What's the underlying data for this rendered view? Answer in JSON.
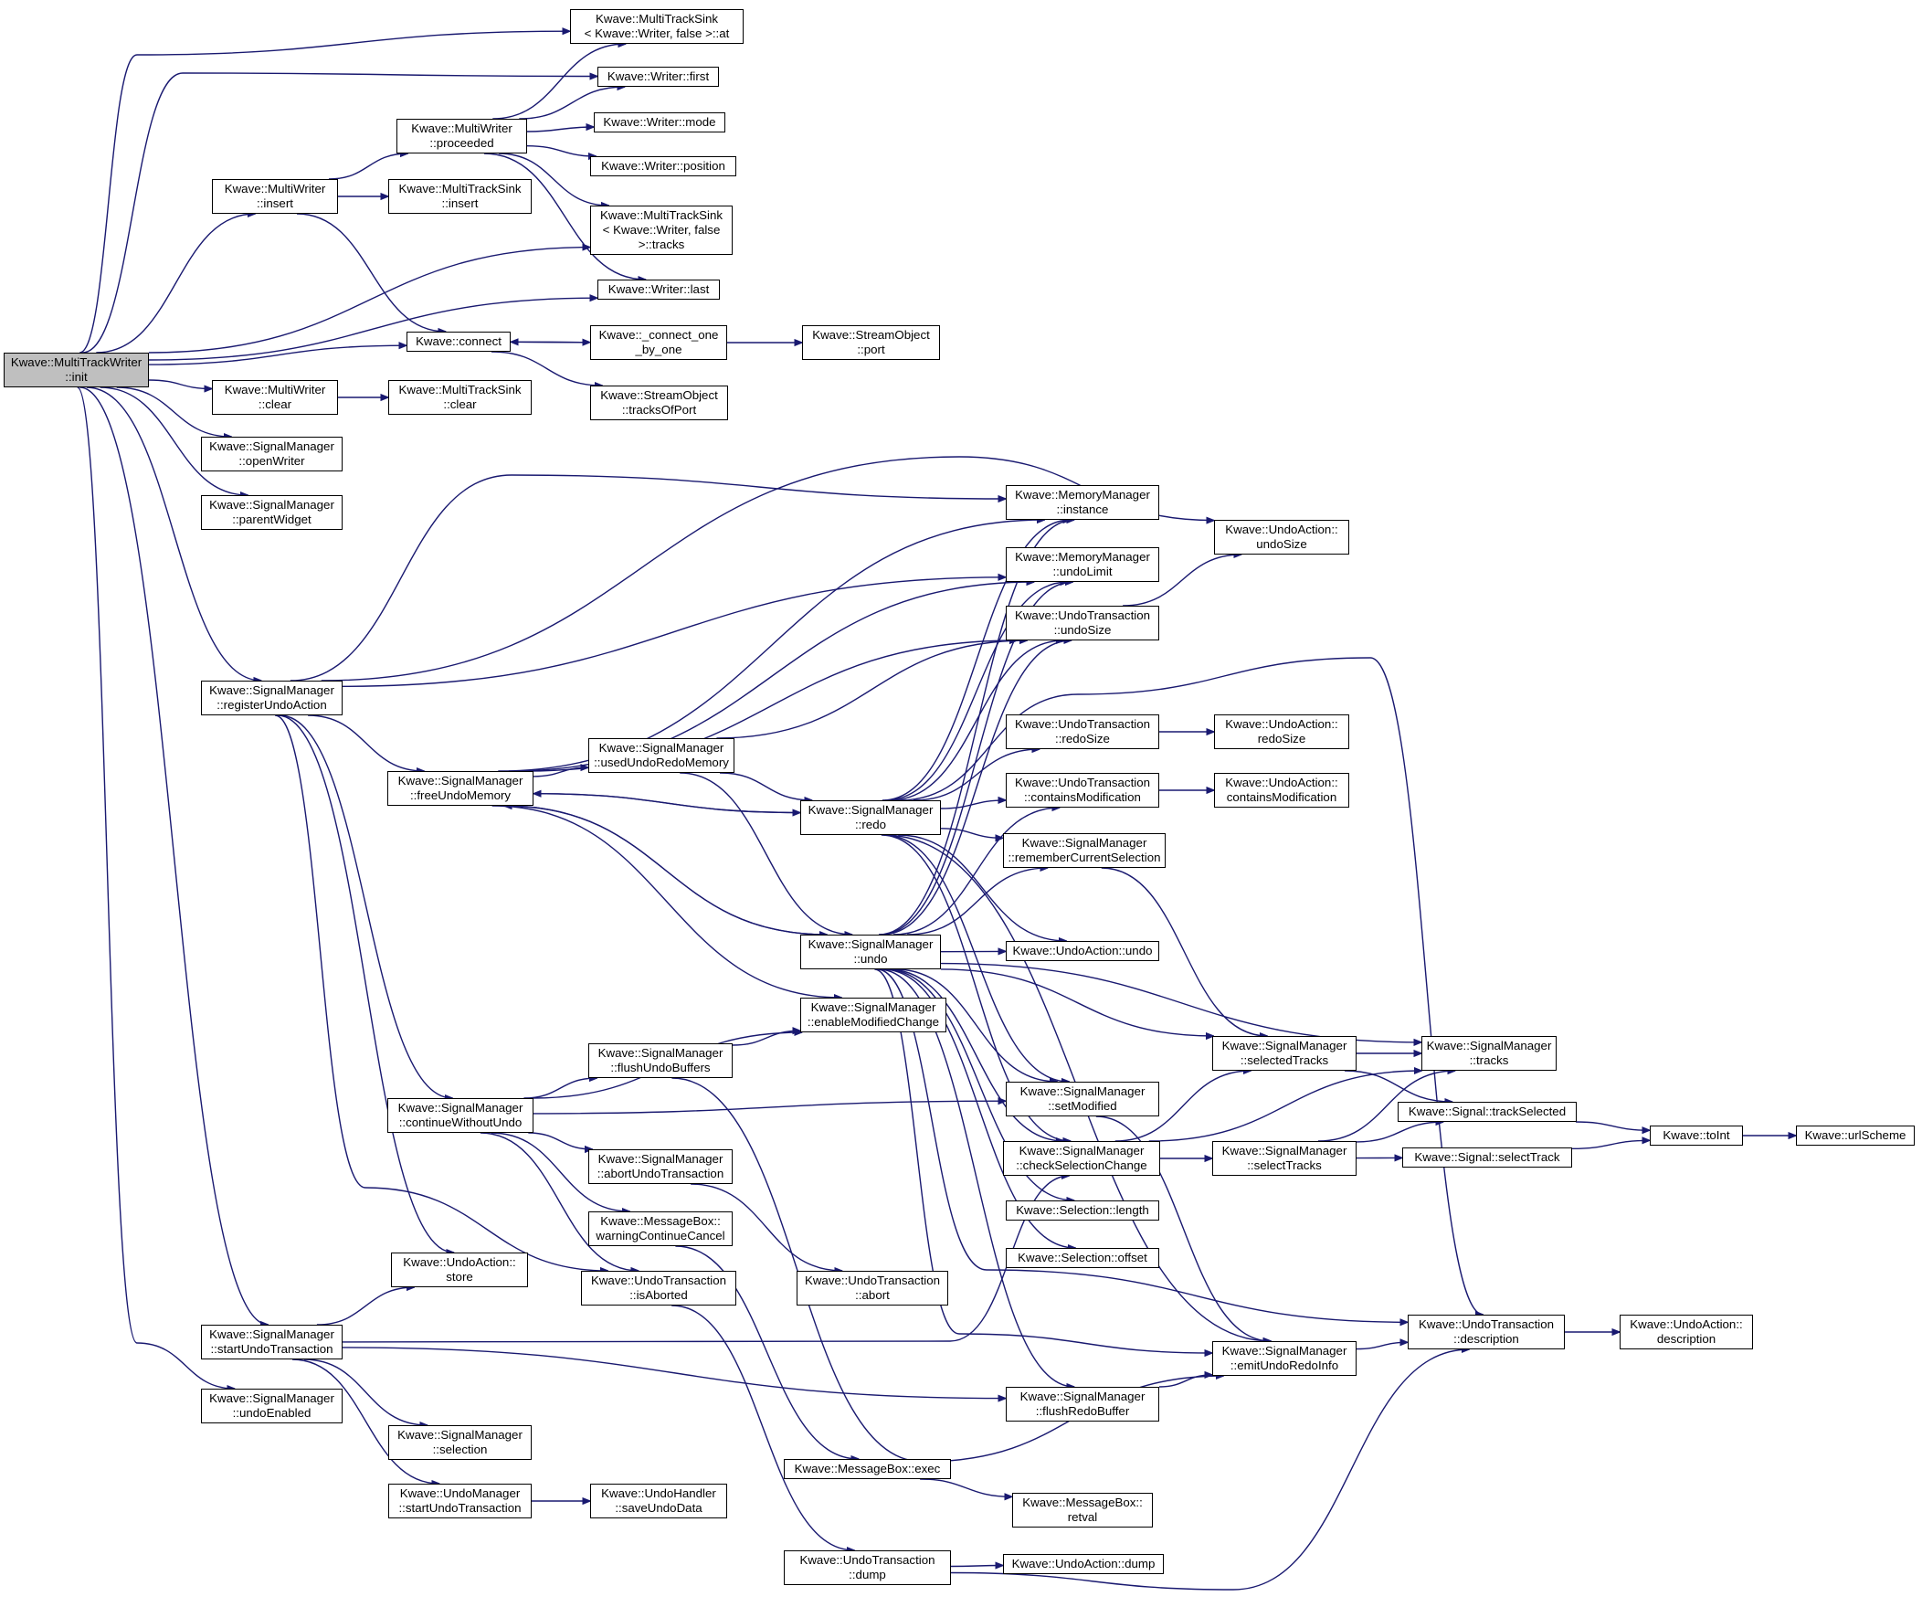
{
  "graph": {
    "nodes": [
      {
        "id": "n0",
        "label": "Kwave::MultiTrackWriter\n::init",
        "root": true
      },
      {
        "id": "n1",
        "label": "Kwave::MultiTrackSink\n< Kwave::Writer, false >::at"
      },
      {
        "id": "n2",
        "label": "Kwave::Writer::first"
      },
      {
        "id": "n3",
        "label": "Kwave::MultiWriter\n::proceeded"
      },
      {
        "id": "n4",
        "label": "Kwave::Writer::mode"
      },
      {
        "id": "n5",
        "label": "Kwave::Writer::position"
      },
      {
        "id": "n6",
        "label": "Kwave::MultiWriter\n::insert"
      },
      {
        "id": "n7",
        "label": "Kwave::MultiTrackSink\n::insert"
      },
      {
        "id": "n8",
        "label": "Kwave::MultiTrackSink\n< Kwave::Writer, false\n>::tracks"
      },
      {
        "id": "n9",
        "label": "Kwave::Writer::last"
      },
      {
        "id": "n10",
        "label": "Kwave::connect"
      },
      {
        "id": "n11",
        "label": "Kwave::_connect_one\n_by_one"
      },
      {
        "id": "n12",
        "label": "Kwave::StreamObject\n::port"
      },
      {
        "id": "n13",
        "label": "Kwave::StreamObject\n::tracksOfPort"
      },
      {
        "id": "n14",
        "label": "Kwave::MultiWriter\n::clear"
      },
      {
        "id": "n15",
        "label": "Kwave::MultiTrackSink\n::clear"
      },
      {
        "id": "n16",
        "label": "Kwave::SignalManager\n::openWriter"
      },
      {
        "id": "n17",
        "label": "Kwave::SignalManager\n::parentWidget"
      },
      {
        "id": "n18",
        "label": "Kwave::MemoryManager\n::instance"
      },
      {
        "id": "n19",
        "label": "Kwave::UndoAction::\nundoSize"
      },
      {
        "id": "n20",
        "label": "Kwave::MemoryManager\n::undoLimit"
      },
      {
        "id": "n21",
        "label": "Kwave::UndoTransaction\n::undoSize"
      },
      {
        "id": "n22",
        "label": "Kwave::SignalManager\n::registerUndoAction"
      },
      {
        "id": "n23",
        "label": "Kwave::UndoTransaction\n::redoSize"
      },
      {
        "id": "n24",
        "label": "Kwave::UndoAction::\nredoSize"
      },
      {
        "id": "n25",
        "label": "Kwave::SignalManager\n::usedUndoRedoMemory"
      },
      {
        "id": "n26",
        "label": "Kwave::SignalManager\n::freeUndoMemory"
      },
      {
        "id": "n27",
        "label": "Kwave::SignalManager\n::redo"
      },
      {
        "id": "n28",
        "label": "Kwave::UndoTransaction\n::containsModification"
      },
      {
        "id": "n29",
        "label": "Kwave::UndoAction::\ncontainsModification"
      },
      {
        "id": "n30",
        "label": "Kwave::SignalManager\n::rememberCurrentSelection"
      },
      {
        "id": "n31",
        "label": "Kwave::SignalManager\n::undo"
      },
      {
        "id": "n32",
        "label": "Kwave::UndoAction::undo"
      },
      {
        "id": "n33",
        "label": "Kwave::SignalManager\n::enableModifiedChange"
      },
      {
        "id": "n34",
        "label": "Kwave::SignalManager\n::flushUndoBuffers"
      },
      {
        "id": "n35",
        "label": "Kwave::SignalManager\n::selectedTracks"
      },
      {
        "id": "n36",
        "label": "Kwave::SignalManager\n::tracks"
      },
      {
        "id": "n37",
        "label": "Kwave::SignalManager\n::setModified"
      },
      {
        "id": "n38",
        "label": "Kwave::Signal::trackSelected"
      },
      {
        "id": "n39",
        "label": "Kwave::SignalManager\n::continueWithoutUndo"
      },
      {
        "id": "n40",
        "label": "Kwave::SignalManager\n::checkSelectionChange"
      },
      {
        "id": "n41",
        "label": "Kwave::SignalManager\n::selectTracks"
      },
      {
        "id": "n42",
        "label": "Kwave::Signal::selectTrack"
      },
      {
        "id": "n43",
        "label": "Kwave::toInt"
      },
      {
        "id": "n44",
        "label": "Kwave::urlScheme"
      },
      {
        "id": "n45",
        "label": "Kwave::SignalManager\n::abortUndoTransaction"
      },
      {
        "id": "n46",
        "label": "Kwave::Selection::length"
      },
      {
        "id": "n47",
        "label": "Kwave::MessageBox::\nwarningContinueCancel"
      },
      {
        "id": "n48",
        "label": "Kwave::Selection::offset"
      },
      {
        "id": "n49",
        "label": "Kwave::UndoAction::\nstore"
      },
      {
        "id": "n50",
        "label": "Kwave::UndoTransaction\n::isAborted"
      },
      {
        "id": "n51",
        "label": "Kwave::UndoTransaction\n::abort"
      },
      {
        "id": "n52",
        "label": "Kwave::UndoTransaction\n::description"
      },
      {
        "id": "n53",
        "label": "Kwave::UndoAction::\ndescription"
      },
      {
        "id": "n54",
        "label": "Kwave::SignalManager\n::startUndoTransaction"
      },
      {
        "id": "n55",
        "label": "Kwave::SignalManager\n::emitUndoRedoInfo"
      },
      {
        "id": "n56",
        "label": "Kwave::SignalManager\n::flushRedoBuffer"
      },
      {
        "id": "n57",
        "label": "Kwave::SignalManager\n::undoEnabled"
      },
      {
        "id": "n58",
        "label": "Kwave::SignalManager\n::selection"
      },
      {
        "id": "n59",
        "label": "Kwave::MessageBox::exec"
      },
      {
        "id": "n60",
        "label": "Kwave::MessageBox::\nretval"
      },
      {
        "id": "n61",
        "label": "Kwave::UndoManager\n::startUndoTransaction"
      },
      {
        "id": "n62",
        "label": "Kwave::UndoHandler\n::saveUndoData"
      },
      {
        "id": "n63",
        "label": "Kwave::UndoTransaction\n::dump"
      },
      {
        "id": "n64",
        "label": "Kwave::UndoAction::dump"
      }
    ],
    "edges": [
      [
        "n0",
        "n1"
      ],
      [
        "n0",
        "n2"
      ],
      [
        "n0",
        "n6"
      ],
      [
        "n0",
        "n8"
      ],
      [
        "n0",
        "n9"
      ],
      [
        "n0",
        "n10"
      ],
      [
        "n0",
        "n14"
      ],
      [
        "n0",
        "n16"
      ],
      [
        "n0",
        "n17"
      ],
      [
        "n0",
        "n22"
      ],
      [
        "n0",
        "n54"
      ],
      [
        "n0",
        "n57"
      ],
      [
        "n6",
        "n3"
      ],
      [
        "n6",
        "n7"
      ],
      [
        "n6",
        "n10"
      ],
      [
        "n3",
        "n1"
      ],
      [
        "n3",
        "n2"
      ],
      [
        "n3",
        "n4"
      ],
      [
        "n3",
        "n5"
      ],
      [
        "n3",
        "n8"
      ],
      [
        "n3",
        "n9"
      ],
      [
        "n10",
        "n11"
      ],
      [
        "n10",
        "n13"
      ],
      [
        "n11",
        "n10"
      ],
      [
        "n11",
        "n12"
      ],
      [
        "n14",
        "n15"
      ],
      [
        "n22",
        "n18"
      ],
      [
        "n22",
        "n19"
      ],
      [
        "n22",
        "n20"
      ],
      [
        "n22",
        "n26"
      ],
      [
        "n22",
        "n39"
      ],
      [
        "n22",
        "n49"
      ],
      [
        "n22",
        "n50"
      ],
      [
        "n26",
        "n18"
      ],
      [
        "n26",
        "n20"
      ],
      [
        "n26",
        "n21"
      ],
      [
        "n26",
        "n25"
      ],
      [
        "n26",
        "n27"
      ],
      [
        "n26",
        "n31"
      ],
      [
        "n26",
        "n33"
      ],
      [
        "n25",
        "n21"
      ],
      [
        "n25",
        "n27"
      ],
      [
        "n25",
        "n31"
      ],
      [
        "n27",
        "n18"
      ],
      [
        "n27",
        "n20"
      ],
      [
        "n27",
        "n21"
      ],
      [
        "n27",
        "n23"
      ],
      [
        "n27",
        "n28"
      ],
      [
        "n27",
        "n30"
      ],
      [
        "n27",
        "n26"
      ],
      [
        "n27",
        "n32"
      ],
      [
        "n27",
        "n37"
      ],
      [
        "n27",
        "n40"
      ],
      [
        "n27",
        "n55"
      ],
      [
        "n27",
        "n52"
      ],
      [
        "n31",
        "n18"
      ],
      [
        "n31",
        "n20"
      ],
      [
        "n31",
        "n21"
      ],
      [
        "n31",
        "n28"
      ],
      [
        "n31",
        "n30"
      ],
      [
        "n31",
        "n26"
      ],
      [
        "n31",
        "n32"
      ],
      [
        "n31",
        "n35"
      ],
      [
        "n31",
        "n36"
      ],
      [
        "n31",
        "n37"
      ],
      [
        "n31",
        "n40"
      ],
      [
        "n31",
        "n46"
      ],
      [
        "n31",
        "n48"
      ],
      [
        "n31",
        "n52"
      ],
      [
        "n31",
        "n55"
      ],
      [
        "n31",
        "n56"
      ],
      [
        "n21",
        "n19"
      ],
      [
        "n23",
        "n24"
      ],
      [
        "n28",
        "n29"
      ],
      [
        "n30",
        "n35"
      ],
      [
        "n35",
        "n36"
      ],
      [
        "n35",
        "n38"
      ],
      [
        "n40",
        "n35"
      ],
      [
        "n40",
        "n36"
      ],
      [
        "n40",
        "n41"
      ],
      [
        "n41",
        "n36"
      ],
      [
        "n41",
        "n38"
      ],
      [
        "n41",
        "n42"
      ],
      [
        "n38",
        "n43"
      ],
      [
        "n42",
        "n43"
      ],
      [
        "n43",
        "n44"
      ],
      [
        "n39",
        "n33"
      ],
      [
        "n39",
        "n34"
      ],
      [
        "n39",
        "n37"
      ],
      [
        "n39",
        "n45"
      ],
      [
        "n39",
        "n47"
      ],
      [
        "n39",
        "n50"
      ],
      [
        "n34",
        "n33"
      ],
      [
        "n34",
        "n55"
      ],
      [
        "n45",
        "n51"
      ],
      [
        "n47",
        "n59"
      ],
      [
        "n59",
        "n60"
      ],
      [
        "n50",
        "n63"
      ],
      [
        "n63",
        "n64"
      ],
      [
        "n63",
        "n52"
      ],
      [
        "n52",
        "n53"
      ],
      [
        "n55",
        "n52"
      ],
      [
        "n56",
        "n55"
      ],
      [
        "n54",
        "n49"
      ],
      [
        "n54",
        "n40"
      ],
      [
        "n54",
        "n56"
      ],
      [
        "n54",
        "n58"
      ],
      [
        "n54",
        "n61"
      ],
      [
        "n61",
        "n62"
      ],
      [
        "n37",
        "n55"
      ]
    ]
  },
  "colors": {
    "edge": "#191970",
    "node_border": "#000000",
    "node_fill": "#ffffff",
    "root_fill": "#bfbfbf"
  }
}
